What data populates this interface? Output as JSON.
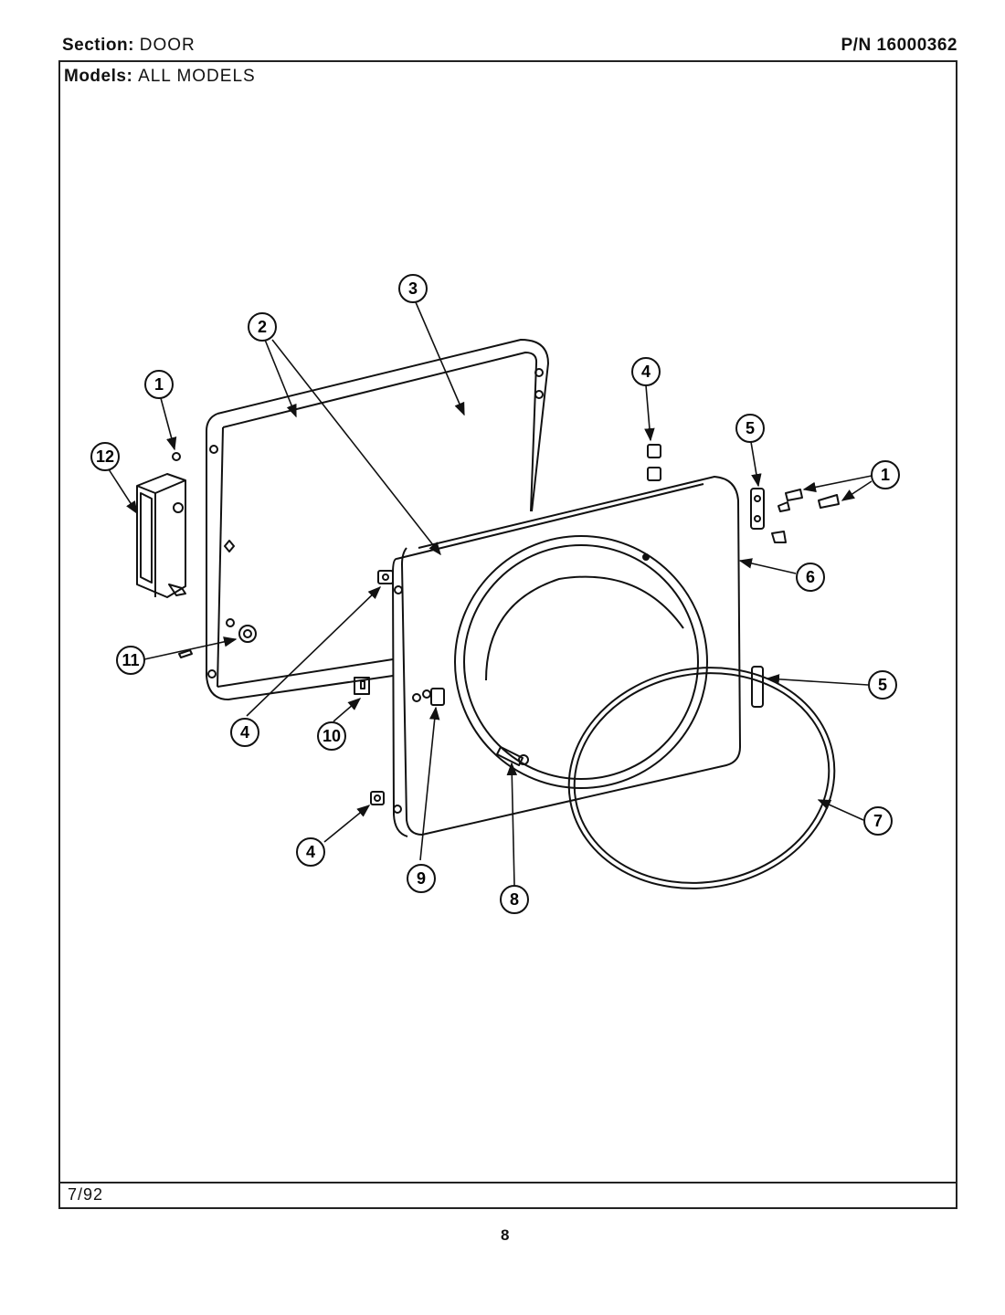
{
  "header": {
    "section_label": "Section:",
    "section_value": "DOOR",
    "part_number": "P/N 16000362",
    "models_label": "Models:",
    "models_value": "ALL MODELS"
  },
  "footer": {
    "date": "7/92",
    "page_number": "8"
  },
  "callouts": [
    {
      "id": "c1a",
      "label": "1"
    },
    {
      "id": "c1b",
      "label": "1"
    },
    {
      "id": "c2",
      "label": "2"
    },
    {
      "id": "c3",
      "label": "3"
    },
    {
      "id": "c4a",
      "label": "4"
    },
    {
      "id": "c4b",
      "label": "4"
    },
    {
      "id": "c4c",
      "label": "4"
    },
    {
      "id": "c5a",
      "label": "5"
    },
    {
      "id": "c5b",
      "label": "5"
    },
    {
      "id": "c6",
      "label": "6"
    },
    {
      "id": "c7",
      "label": "7"
    },
    {
      "id": "c8",
      "label": "8"
    },
    {
      "id": "c9",
      "label": "9"
    },
    {
      "id": "c10",
      "label": "10"
    },
    {
      "id": "c11",
      "label": "11"
    },
    {
      "id": "c12",
      "label": "12"
    }
  ]
}
